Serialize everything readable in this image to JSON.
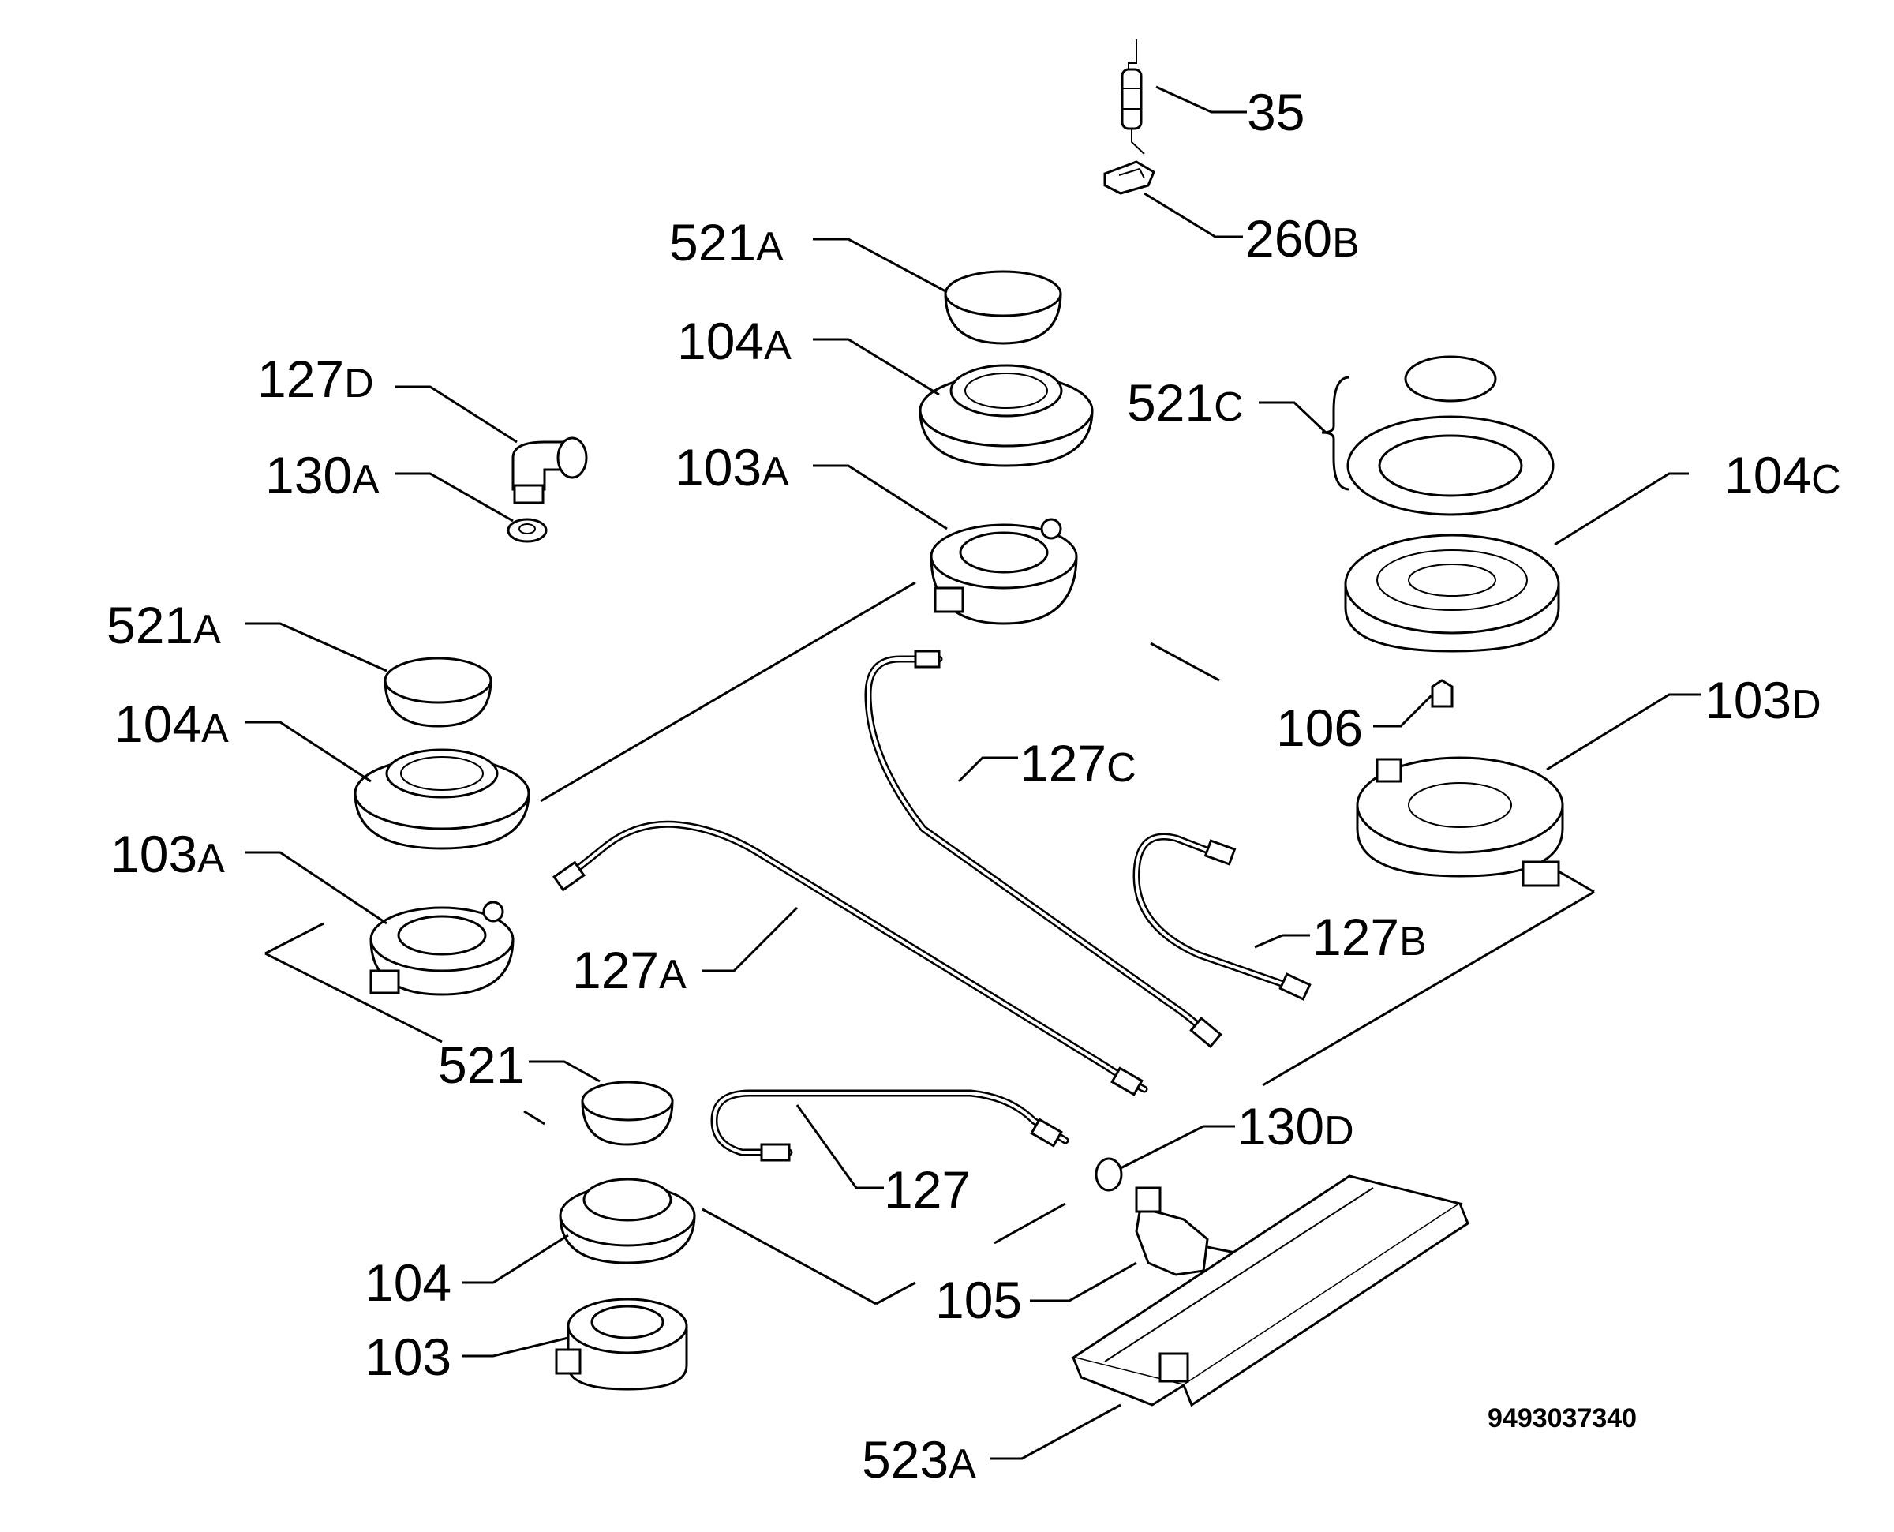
{
  "labels": [
    {
      "id": "l35",
      "num": "35",
      "suffix": ""
    },
    {
      "id": "l260b",
      "num": "260",
      "suffix": "B"
    },
    {
      "id": "l521a_top",
      "num": "521",
      "suffix": "A"
    },
    {
      "id": "l104a_top",
      "num": "104",
      "suffix": "A"
    },
    {
      "id": "l127d",
      "num": "127",
      "suffix": "D"
    },
    {
      "id": "l130a",
      "num": "130",
      "suffix": "A"
    },
    {
      "id": "l103a_top",
      "num": "103",
      "suffix": "A"
    },
    {
      "id": "l521c",
      "num": "521",
      "suffix": "C"
    },
    {
      "id": "l104c",
      "num": "104",
      "suffix": "C"
    },
    {
      "id": "l521a_left",
      "num": "521",
      "suffix": "A"
    },
    {
      "id": "l104a_left",
      "num": "104",
      "suffix": "A"
    },
    {
      "id": "l106",
      "num": "106",
      "suffix": ""
    },
    {
      "id": "l103d",
      "num": "103",
      "suffix": "D"
    },
    {
      "id": "l127c",
      "num": "127",
      "suffix": "C"
    },
    {
      "id": "l103a_left",
      "num": "103",
      "suffix": "A"
    },
    {
      "id": "l127b",
      "num": "127",
      "suffix": "B"
    },
    {
      "id": "l127a",
      "num": "127",
      "suffix": "A"
    },
    {
      "id": "l521",
      "num": "521",
      "suffix": ""
    },
    {
      "id": "l130d",
      "num": "130",
      "suffix": "D"
    },
    {
      "id": "l127",
      "num": "127",
      "suffix": ""
    },
    {
      "id": "l104",
      "num": "104",
      "suffix": ""
    },
    {
      "id": "l105",
      "num": "105",
      "suffix": ""
    },
    {
      "id": "l103",
      "num": "103",
      "suffix": ""
    },
    {
      "id": "l523a",
      "num": "523",
      "suffix": "A"
    }
  ],
  "drawing_code": "9493037340",
  "colors": {
    "ink": "#000000",
    "paper": "#ffffff"
  }
}
